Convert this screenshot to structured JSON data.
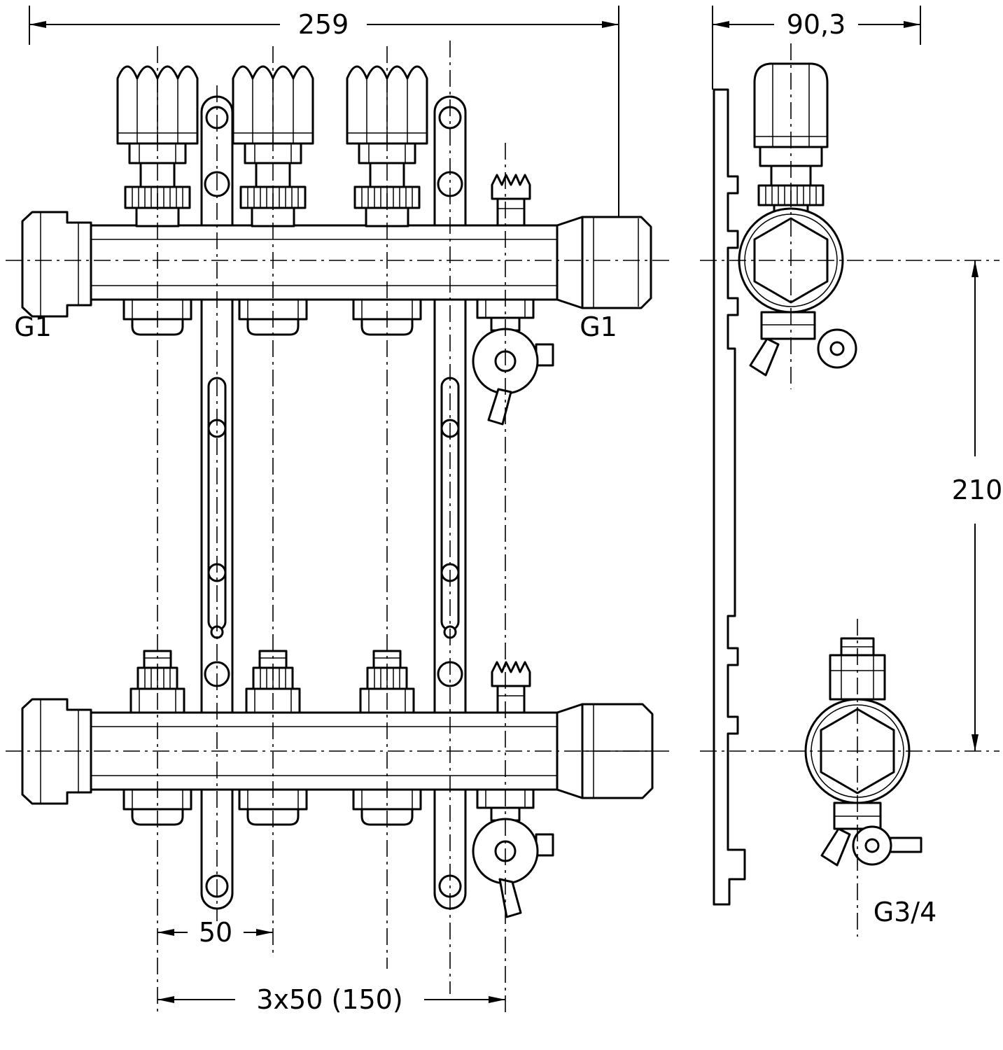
{
  "dimensions": {
    "overall_width": "259",
    "depth": "90,3",
    "axis_distance": "210",
    "outlet_spacing": "50",
    "outlet_spacing_total": "3x50 (150)"
  },
  "labels": {
    "connection_left": "G1",
    "connection_right": "G1",
    "connection_drain": "G3/4"
  },
  "colors": {
    "line": "#000000",
    "background": "#ffffff"
  }
}
